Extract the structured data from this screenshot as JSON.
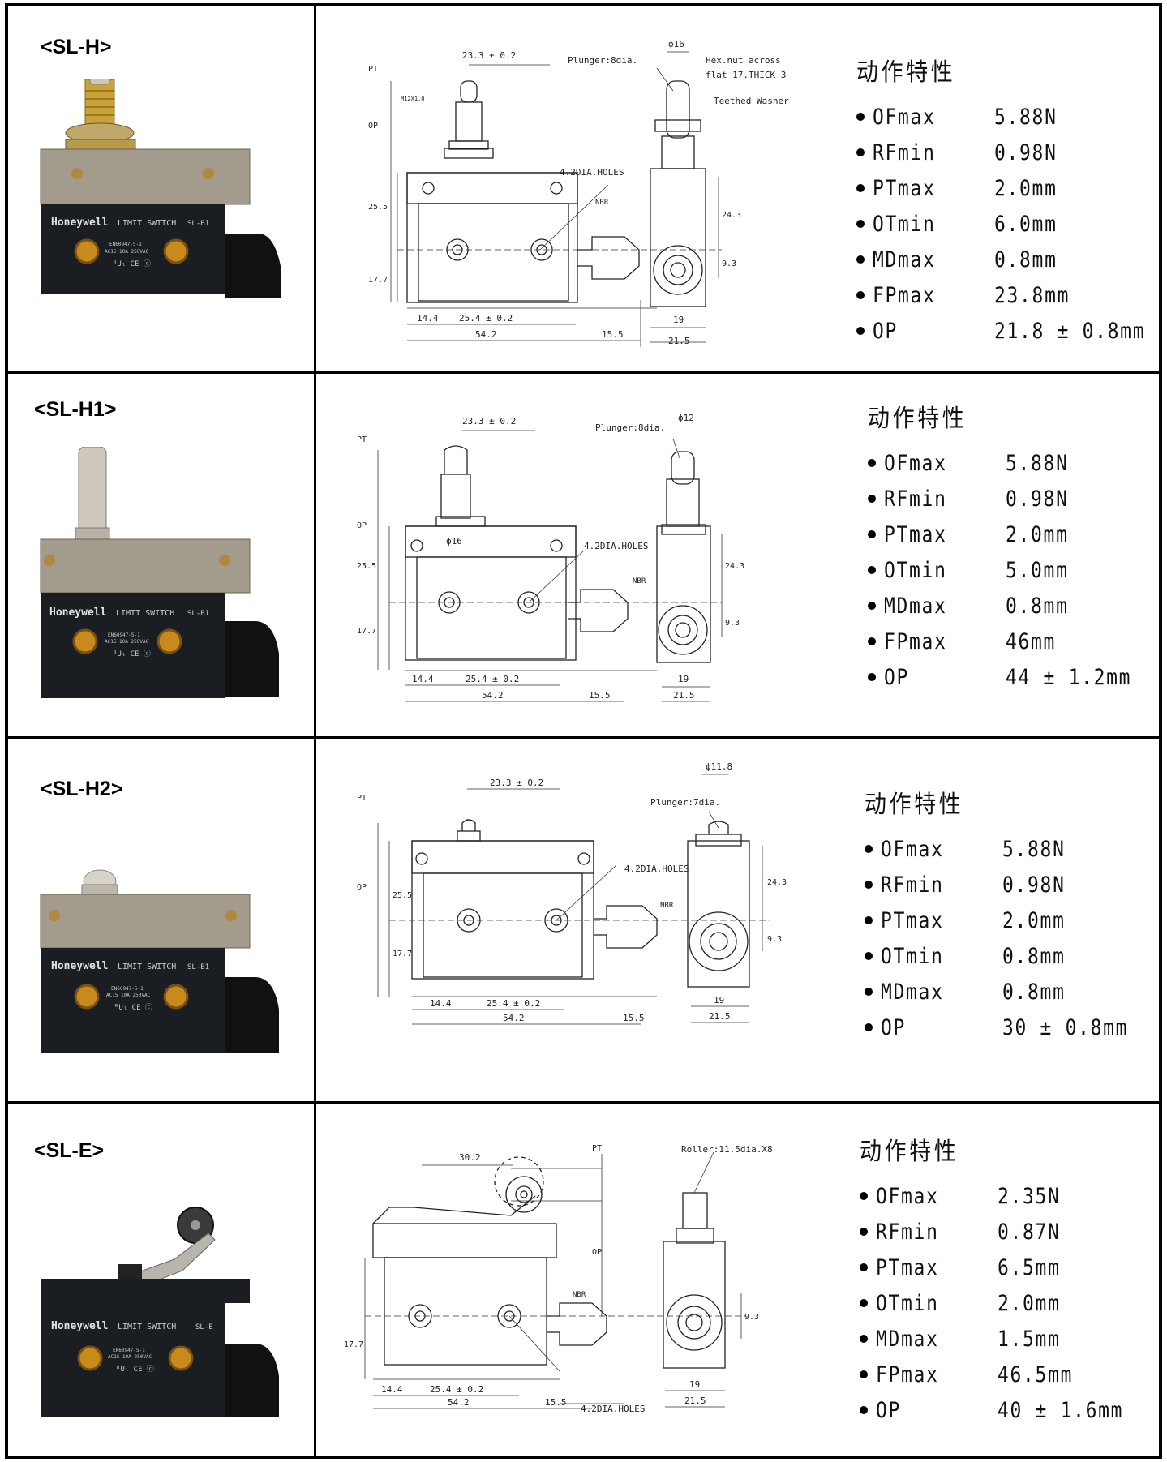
{
  "rows": [
    {
      "model": "<SL-H>",
      "spec_title": "动作特性",
      "specs": [
        {
          "name": "OFmax",
          "value": "5.88N"
        },
        {
          "name": "RFmin",
          "value": "0.98N"
        },
        {
          "name": "PTmax",
          "value": "2.0mm"
        },
        {
          "name": "OTmin",
          "value": "6.0mm"
        },
        {
          "name": "MDmax",
          "value": "0.8mm"
        },
        {
          "name": "FPmax",
          "value": "23.8mm"
        },
        {
          "name": "OP",
          "value": "21.8 ± 0.8mm"
        }
      ],
      "drawing": {
        "plunger_note": "Plunger:8dia.",
        "diameter": "ϕ16",
        "hex_note_1": "Hex.nut across",
        "hex_note_2": "flat 17.THICK 3",
        "washer_note": "Teethed Washer",
        "thread_note": "M12X1.0",
        "holes_note": "4.2DIA.HOLES",
        "nbr": "NBR",
        "dim_top": "23.3 ± 0.2",
        "dim_pt": "PT",
        "dim_op": "OP",
        "dim_25": "25.5",
        "dim_17": "17.7",
        "dim_14": "14.4",
        "dim_25_4": "25.4 ± 0.2",
        "dim_54": "54.2",
        "dim_15": "15.5",
        "dim_24": "24.3",
        "dim_9": "9.3",
        "dim_19": "19",
        "dim_21": "21.5"
      }
    },
    {
      "model": "<SL-H1>",
      "spec_title": "动作特性",
      "specs": [
        {
          "name": "OFmax",
          "value": "5.88N"
        },
        {
          "name": "RFmin",
          "value": "0.98N"
        },
        {
          "name": "PTmax",
          "value": "2.0mm"
        },
        {
          "name": "OTmin",
          "value": "5.0mm"
        },
        {
          "name": "MDmax",
          "value": "0.8mm"
        },
        {
          "name": "FPmax",
          "value": "46mm"
        },
        {
          "name": "OP",
          "value": "44 ± 1.2mm"
        }
      ],
      "drawing": {
        "plunger_note": "Plunger:8dia.",
        "diameter": "ϕ12",
        "base_diameter": "ϕ16",
        "holes_note": "4.2DIA.HOLES",
        "nbr": "NBR",
        "dim_top": "23.3 ± 0.2",
        "dim_pt": "PT",
        "dim_op": "OP",
        "dim_25": "25.5",
        "dim_17": "17.7",
        "dim_14": "14.4",
        "dim_25_4": "25.4 ± 0.2",
        "dim_54": "54.2",
        "dim_15": "15.5",
        "dim_24": "24.3",
        "dim_9": "9.3",
        "dim_19": "19",
        "dim_21": "21.5"
      }
    },
    {
      "model": "<SL-H2>",
      "spec_title": "动作特性",
      "specs": [
        {
          "name": "OFmax",
          "value": "5.88N"
        },
        {
          "name": "RFmin",
          "value": "0.98N"
        },
        {
          "name": "PTmax",
          "value": "2.0mm"
        },
        {
          "name": "OTmin",
          "value": "0.8mm"
        },
        {
          "name": "MDmax",
          "value": "0.8mm"
        },
        {
          "name": "OP",
          "value": "30 ± 0.8mm"
        }
      ],
      "drawing": {
        "plunger_note": "Plunger:7dia.",
        "diameter": "ϕ11.8",
        "holes_note": "4.2DIA.HOLES",
        "nbr": "NBR",
        "dim_top": "23.3 ± 0.2",
        "dim_pt": "PT",
        "dim_op": "OP",
        "dim_25": "25.5",
        "dim_17": "17.7",
        "dim_14": "14.4",
        "dim_25_4": "25.4 ± 0.2",
        "dim_54": "54.2",
        "dim_15": "15.5",
        "dim_24": "24.3",
        "dim_9": "9.3",
        "dim_19": "19",
        "dim_21": "21.5"
      }
    },
    {
      "model": "<SL-E>",
      "spec_title": "动作特性",
      "specs": [
        {
          "name": "OFmax",
          "value": "2.35N"
        },
        {
          "name": "RFmin",
          "value": "0.87N"
        },
        {
          "name": "PTmax",
          "value": "6.5mm"
        },
        {
          "name": "OTmin",
          "value": "2.0mm"
        },
        {
          "name": "MDmax",
          "value": "1.5mm"
        },
        {
          "name": "FPmax",
          "value": "46.5mm"
        },
        {
          "name": "OP",
          "value": "40 ± 1.6mm"
        }
      ],
      "drawing": {
        "roller_note": "Roller:11.5dia.X8",
        "holes_note": "4.2DIA.HOLES",
        "nbr": "NBR",
        "dim_top": "30.2",
        "dim_pt": "PT",
        "dim_op": "OP",
        "dim_17": "17.7",
        "dim_14": "14.4",
        "dim_25_4": "25.4 ± 0.2",
        "dim_54": "54.2",
        "dim_15": "15.5",
        "dim_9": "9.3",
        "dim_19": "19",
        "dim_21": "21.5"
      }
    }
  ],
  "switch_photo": {
    "brand": "Honeywell",
    "type": "LIMIT SWITCH",
    "code_1": "SL-B1",
    "code_e": "SL-E",
    "standard": "EN60947-5-1",
    "rating": "AC15 10A 250VAC",
    "marks": "ᴿUₗ CE ⓒ"
  }
}
